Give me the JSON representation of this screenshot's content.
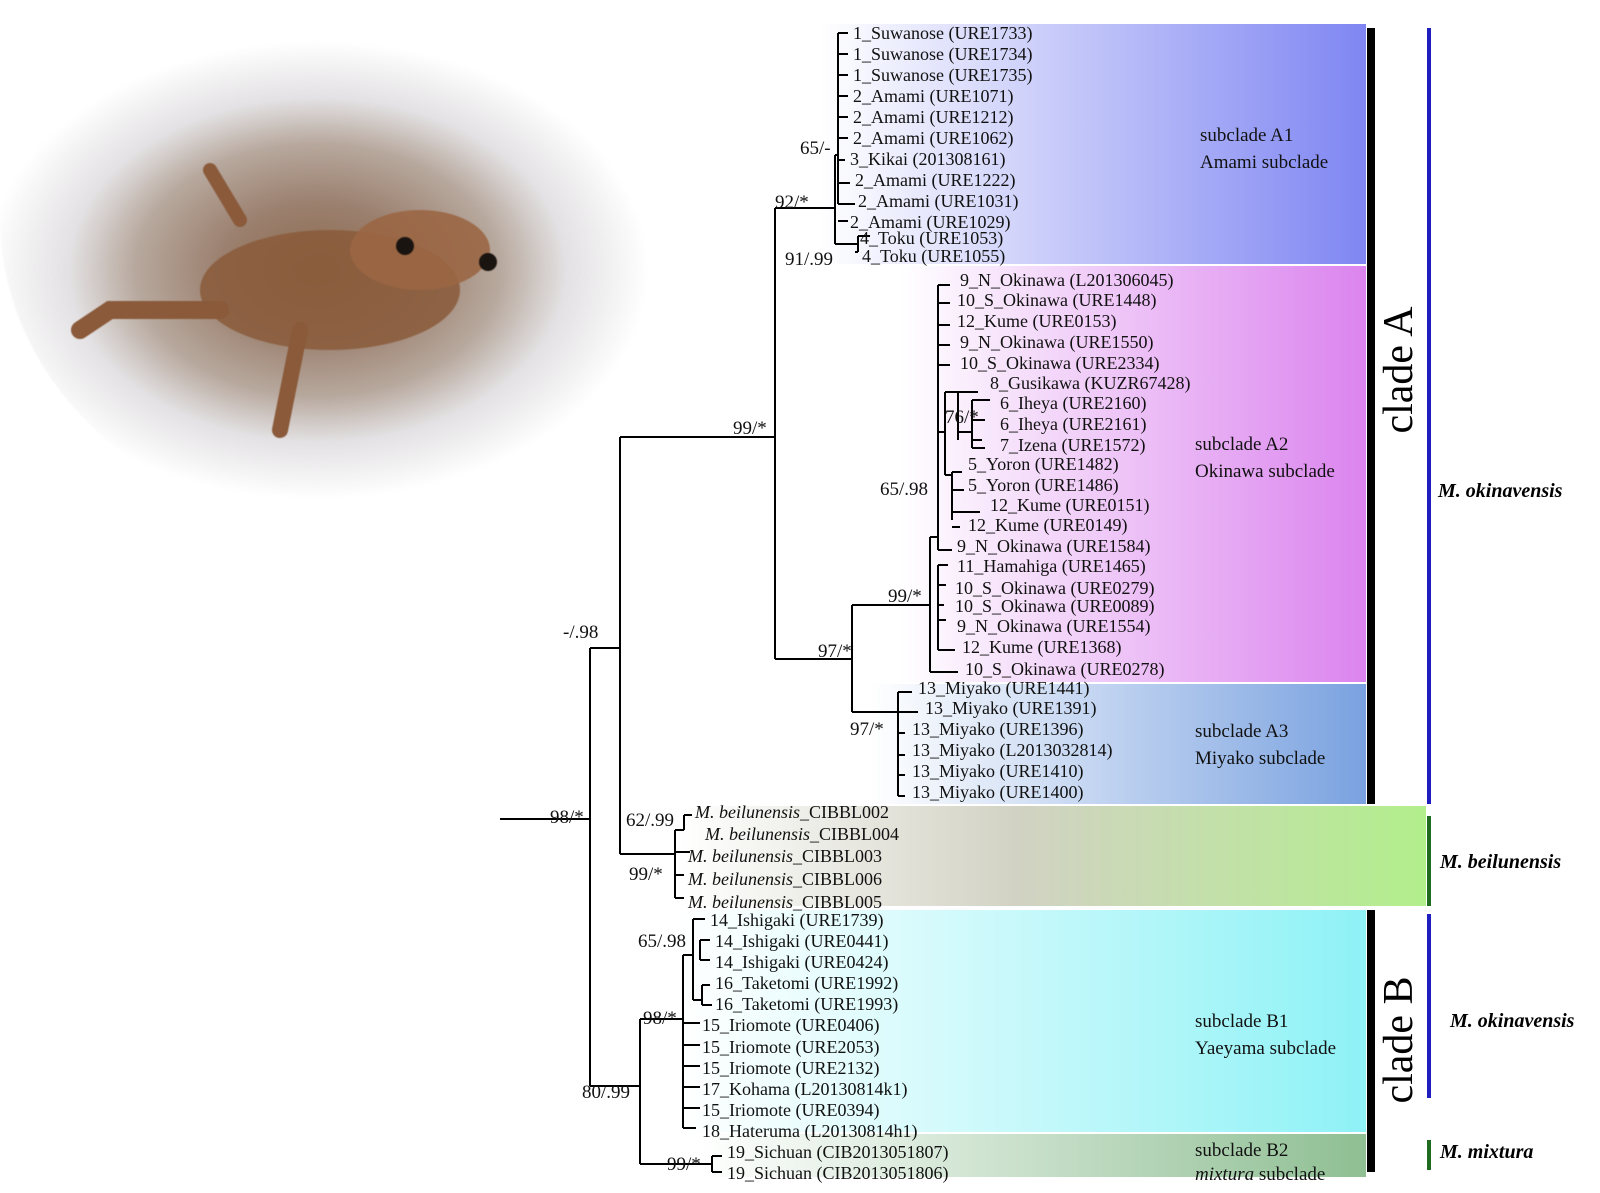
{
  "colors": {
    "a1": "#7f86f2",
    "a2": "#db84ee",
    "a3": "#7aa2e0",
    "beil": "#b2ee8c",
    "b1": "#8ef2f6",
    "b2": "#8fbf93",
    "clade_bar": "#000000",
    "okin_bar": "#1f1fbf",
    "green_bar": "#1f6b1f",
    "tree": "#000000"
  },
  "photo": {
    "icon": "frog-photo"
  },
  "tips": [
    {
      "label": "1_Suwanose (URE1733)"
    },
    {
      "label": "1_Suwanose (URE1734)"
    },
    {
      "label": "1_Suwanose (URE1735)"
    },
    {
      "label": "2_Amami (URE1071)"
    },
    {
      "label": "2_Amami (URE1212)"
    },
    {
      "label": "2_Amami (URE1062)"
    },
    {
      "label": "3_Kikai (201308161)"
    },
    {
      "label": "2_Amami (URE1222)"
    },
    {
      "label": "2_Amami (URE1031)"
    },
    {
      "label": "2_Amami (URE1029)"
    },
    {
      "label": "4_Toku (URE1053)"
    },
    {
      "label": "4_Toku (URE1055)"
    },
    {
      "label": "9_N_Okinawa (L201306045)"
    },
    {
      "label": "10_S_Okinawa (URE1448)"
    },
    {
      "label": "12_Kume (URE0153)"
    },
    {
      "label": "9_N_Okinawa (URE1550)"
    },
    {
      "label": "10_S_Okinawa (URE2334)"
    },
    {
      "label": "8_Gusikawa (KUZR67428)"
    },
    {
      "label": "6_Iheya (URE2160)"
    },
    {
      "label": "6_Iheya (URE2161)"
    },
    {
      "label": "7_Izena (URE1572)"
    },
    {
      "label": "5_Yoron (URE1482)"
    },
    {
      "label": "5_Yoron (URE1486)"
    },
    {
      "label": "12_Kume (URE0151)"
    },
    {
      "label": "12_Kume (URE0149)"
    },
    {
      "label": "9_N_Okinawa (URE1584)"
    },
    {
      "label": "11_Hamahiga (URE1465)"
    },
    {
      "label": "10_S_Okinawa (URE0279)"
    },
    {
      "label": "10_S_Okinawa (URE0089)"
    },
    {
      "label": "9_N_Okinawa (URE1554)"
    },
    {
      "label": "12_Kume (URE1368)"
    },
    {
      "label": "10_S_Okinawa (URE0278)"
    },
    {
      "label": "13_Miyako (URE1441)"
    },
    {
      "label": "13_Miyako (URE1391)"
    },
    {
      "label": "13_Miyako (URE1396)"
    },
    {
      "label": "13_Miyako (L2013032814)"
    },
    {
      "label": "13_Miyako (URE1410)"
    },
    {
      "label": "13_Miyako (URE1400)"
    },
    {
      "species": "M. beilunensis",
      "code": "_CIBBL002"
    },
    {
      "species": "M. beilunensis",
      "code": "_CIBBL004"
    },
    {
      "species": "M. beilunensis",
      "code": "_CIBBL003"
    },
    {
      "species": "M. beilunensis",
      "code": "_CIBBL006"
    },
    {
      "species": "M. beilunensis",
      "code": "_CIBBL005"
    },
    {
      "label": "14_Ishigaki (URE1739)"
    },
    {
      "label": "14_Ishigaki (URE0441)"
    },
    {
      "label": "14_Ishigaki (URE0424)"
    },
    {
      "label": "16_Taketomi (URE1992)"
    },
    {
      "label": "16_Taketomi (URE1993)"
    },
    {
      "label": "15_Iriomote (URE0406)"
    },
    {
      "label": "15_Iriomote (URE2053)"
    },
    {
      "label": "15_Iriomote (URE2132)"
    },
    {
      "label": "17_Kohama (L20130814k1)"
    },
    {
      "label": "15_Iriomote (URE0394)"
    },
    {
      "label": "18_Hateruma (L20130814h1)"
    },
    {
      "label": "19_Sichuan (CIB2013051807)"
    },
    {
      "label": "19_Sichuan (CIB2013051806)"
    }
  ],
  "supports": [
    {
      "label": "65/-"
    },
    {
      "label": "92/*"
    },
    {
      "label": "91/.99"
    },
    {
      "label": "99/*"
    },
    {
      "label": "76/*"
    },
    {
      "label": "65/.98"
    },
    {
      "label": "99/*"
    },
    {
      "label": "97/*"
    },
    {
      "label": "97/*"
    },
    {
      "label": "-/.98"
    },
    {
      "label": "62/.99"
    },
    {
      "label": "99/*"
    },
    {
      "label": "98/*"
    },
    {
      "label": "65/.98"
    },
    {
      "label": "98/*"
    },
    {
      "label": "80/.99"
    },
    {
      "label": "99/*"
    }
  ],
  "subclades": [
    {
      "line1": "subclade A1",
      "line2": "Amami subclade"
    },
    {
      "line1": "subclade A2",
      "line2": "Okinawa subclade"
    },
    {
      "line1": "subclade A3",
      "line2": "Miyako subclade"
    },
    {
      "line1": "subclade B1",
      "line2": "Yaeyama subclade"
    },
    {
      "line1": "subclade B2",
      "line2_italic": "mixtura",
      "line2_rest": " subclade"
    }
  ],
  "clades": [
    {
      "label": "clade A"
    },
    {
      "label": "clade B"
    }
  ],
  "species_labels": [
    {
      "label": "M. okinavensis"
    },
    {
      "label": "M. beilunensis"
    },
    {
      "label": "M. okinavensis"
    },
    {
      "label": "M. mixtura"
    }
  ]
}
